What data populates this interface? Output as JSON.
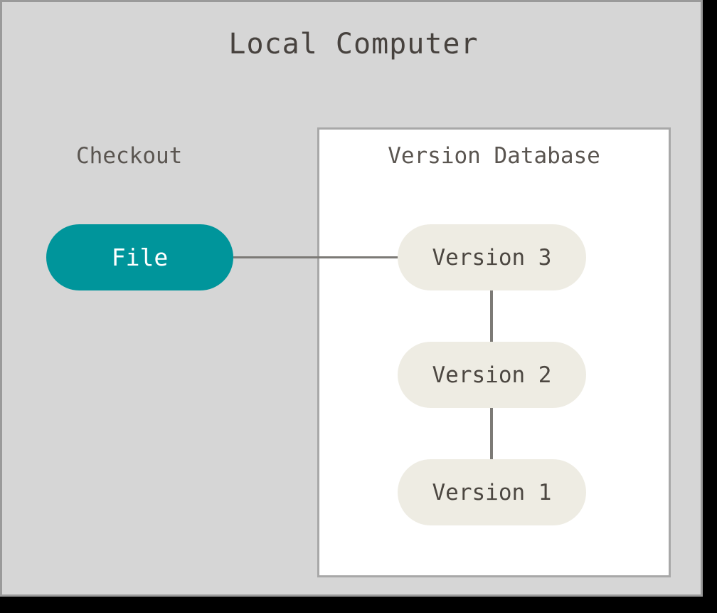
{
  "diagram": {
    "type": "version-control-local-computer",
    "title": "Local Computer",
    "checkout": {
      "label": "Checkout",
      "node_label": "File",
      "node_color": "#00959b",
      "node_text_color": "#ffffff"
    },
    "version_database": {
      "title": "Version Database",
      "box_background": "#ffffff",
      "box_border_color": "#a8a8a8",
      "versions": [
        {
          "label": "Version 3"
        },
        {
          "label": "Version 2"
        },
        {
          "label": "Version 1"
        }
      ],
      "node_color": "#eeece3",
      "node_text_color": "#4c4741"
    },
    "connectors": [
      {
        "name": "file-to-version-3",
        "orientation": "horizontal",
        "color": "#7c7a76"
      },
      {
        "name": "version-3-to-version-2",
        "orientation": "vertical",
        "color": "#7c7a76"
      },
      {
        "name": "version-2-to-version-1",
        "orientation": "vertical",
        "color": "#7c7a76"
      }
    ],
    "canvas": {
      "background": "#d6d6d6",
      "border_color": "#9a9a9a"
    }
  }
}
